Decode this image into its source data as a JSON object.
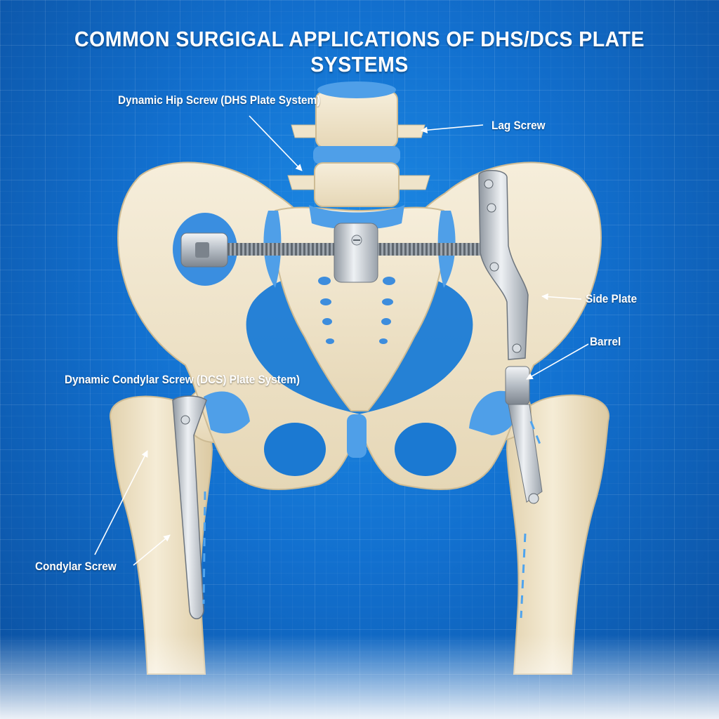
{
  "title": "COMMON SURGIGAL APPLICATIONS OF DHS/DCS PLATE SYSTEMS",
  "labels": {
    "dhs_system": "Dynamic Hip Screw (DHS Plate System)",
    "lag_screw": "Lag Screw",
    "side_plate": "Side Plate",
    "barrel": "Barrel",
    "dcs_system": "Dynamic Condylar Screw (DCS) Plate System)",
    "condylar_screw": "Condylar Screw"
  },
  "colors": {
    "background": "#1270cf",
    "bone": "#f1e7d0",
    "bone_shade": "#d9c9a5",
    "cartilage": "#4f9fe8",
    "metal": "#c9ced4",
    "label": "#ffffff"
  }
}
